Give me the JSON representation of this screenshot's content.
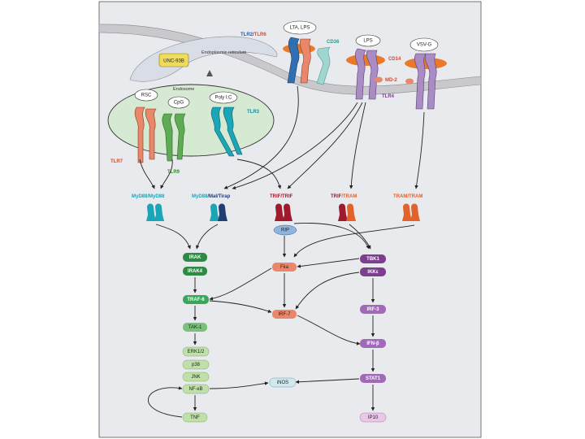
{
  "membrane_labels": {
    "tlr2": "TLR2",
    "slash1": "/",
    "tlr6": "TLR6",
    "lta_lps": "LTA, LPS",
    "cd36": "CD36",
    "lps": "LPS",
    "vsv_g": "VSV-G",
    "cd14": "CD14",
    "md2": "MD-2",
    "tlr4": "TLR4",
    "unc93b": "UNC-93B",
    "er": "Endoplasmic reticulum",
    "endosome": "Endosome",
    "ssrna": "RSC",
    "cpg": "CpG",
    "polyic": "Poly I:C",
    "tlr7": "TLR7",
    "tlr9": "TLR9",
    "tlr3": "TLR3"
  },
  "adaptors": {
    "myd88a": "MyD88",
    "slash": "/",
    "myd88b": "MyD88",
    "myd88c": "MyD88",
    "mal": "Mal",
    "tirap": "Tirap",
    "trif_a": "TRIF",
    "trif_b": "TRIF",
    "trif_c": "TRIF",
    "tram_a": "TRAM",
    "tram_b": "TRAM",
    "tram_c": "TRAM",
    "rip": "RIP"
  },
  "boxes": {
    "irak": "IRAK",
    "irak4": "IRAK4",
    "traf6": "TRAF-6",
    "tak1": "TAK-1",
    "erk": "ERK1/2",
    "p38": "p38",
    "jnk": "JNK",
    "nfkb": "NF-κB",
    "tnf": "TNF",
    "fka": "Fka",
    "irf7": "IRF-7",
    "inos": "iNOS",
    "tbk1": "TBK1",
    "ikki": "IKKε",
    "irf3": "IRF-3",
    "ifnb": "IFN-β",
    "stat1": "STAT1",
    "ip10": "IP10"
  },
  "colors": {
    "panel_bg": "#e9eaee",
    "endosome": "#d6e9d2",
    "myd88": "#1aa6b7",
    "mal": "#233e72",
    "trif": "#a01a2e",
    "tram": "#e2622a",
    "tlr7": "#e9876a",
    "tlr9": "#5faa55",
    "tlr3": "#1aa6b7",
    "tlr4": "#a98cc4",
    "cd14": "#e87a2a",
    "irak": "#2f8a45",
    "traf6": "#3aa659",
    "light_green": "#bfe0a8",
    "purple": "#7c3f8e",
    "ip10": "#e9c7e6",
    "irf": "#e9876a",
    "inos": "#cfe9ef"
  }
}
